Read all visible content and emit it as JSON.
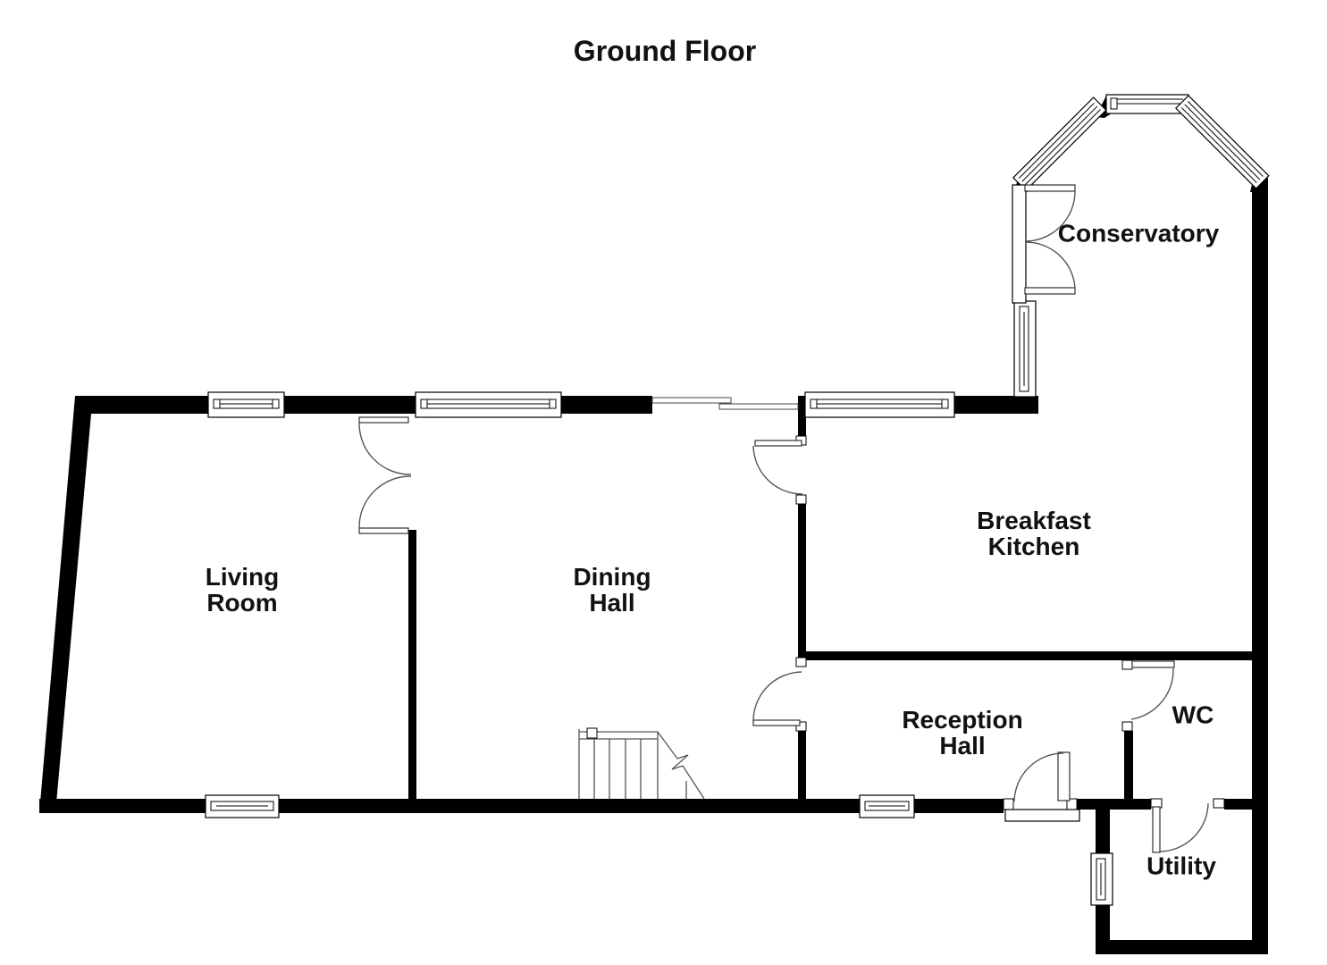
{
  "title": "Ground Floor",
  "rooms": {
    "living": "Living\nRoom",
    "dining": "Dining\nHall",
    "breakfast_kitchen": "Breakfast\nKitchen",
    "conservatory": "Conservatory",
    "reception": "Reception\nHall",
    "wc": "WC",
    "utility": "Utility"
  },
  "colors": {
    "wall": "#000000",
    "door_line": "#555555",
    "background": "#ffffff",
    "text": "#111111"
  }
}
